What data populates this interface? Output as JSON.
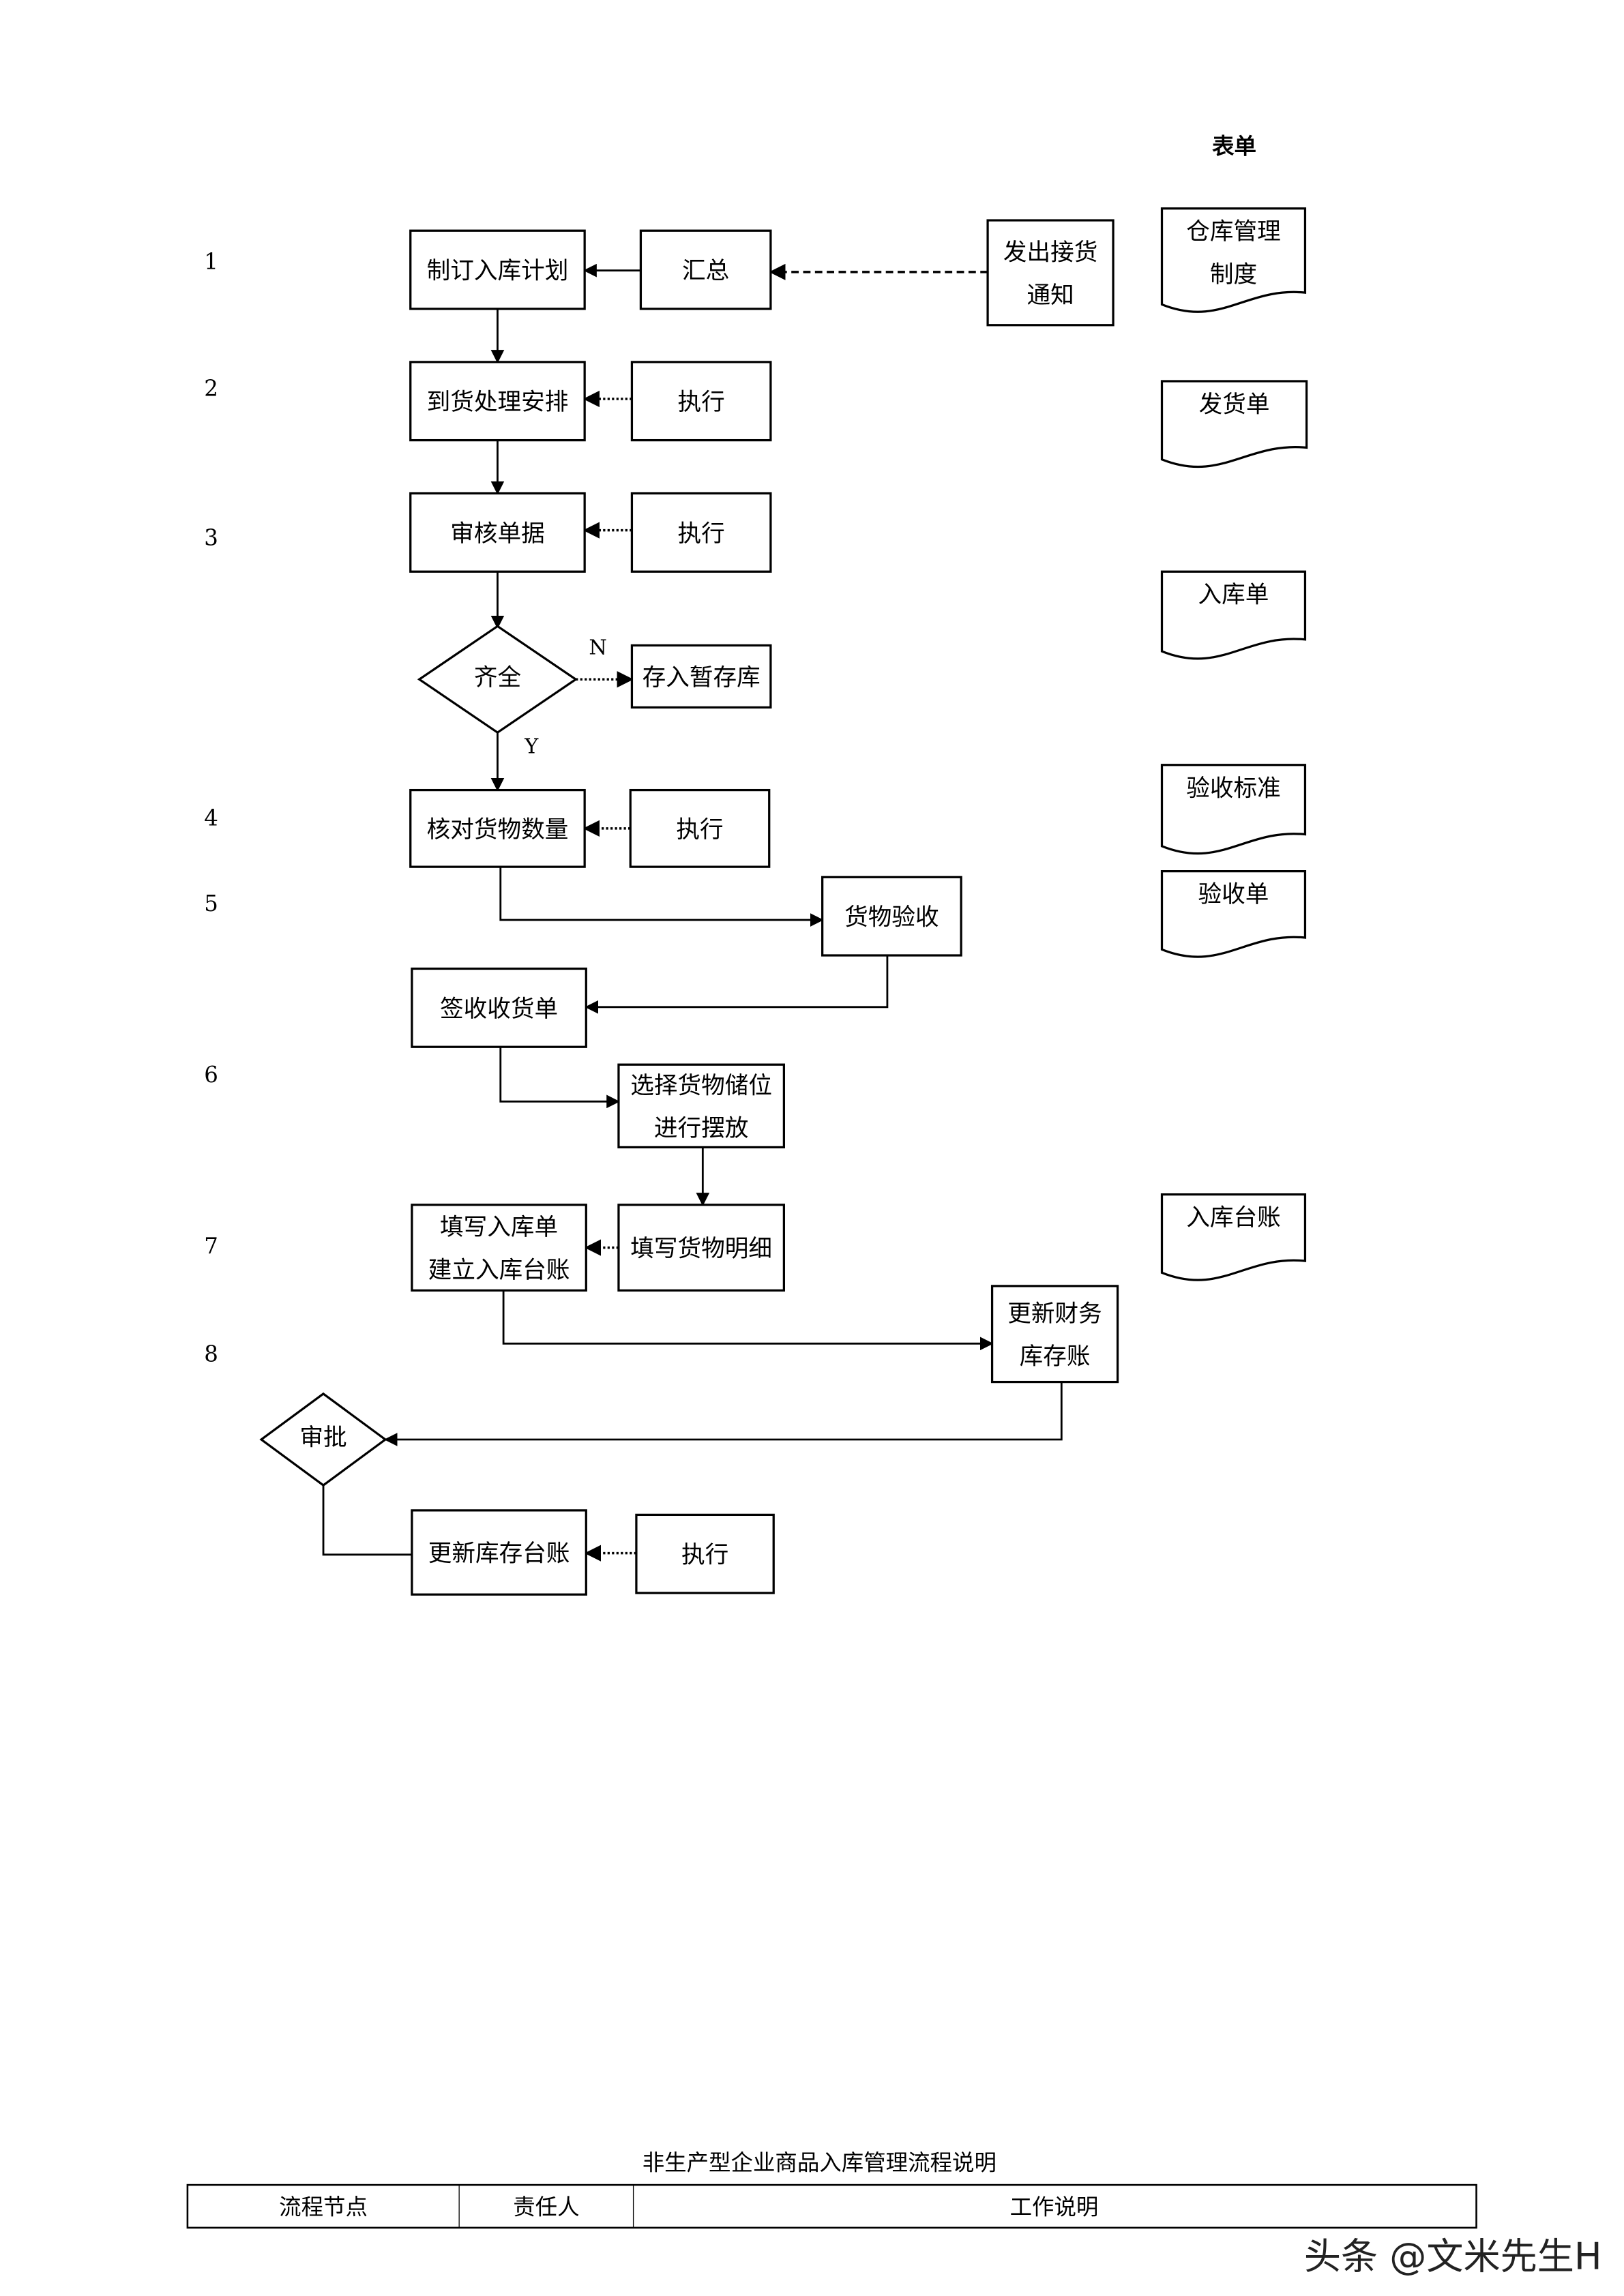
{
  "header": {
    "forms_title": "表单"
  },
  "step_numbers": [
    "1",
    "2",
    "3",
    "4",
    "5",
    "6",
    "7",
    "8"
  ],
  "nodes": {
    "plan": [
      "制订入库计划"
    ],
    "summary": [
      "汇总"
    ],
    "notice": [
      "发出接货",
      "通知"
    ],
    "arrange": [
      "到货处理安排"
    ],
    "exec1": [
      "执行"
    ],
    "audit": [
      "审核单据"
    ],
    "exec2": [
      "执行"
    ],
    "complete": [
      "齐全"
    ],
    "tempstore": [
      "存入暂存库"
    ],
    "count": [
      "核对货物数量"
    ],
    "exec3": [
      "执行"
    ],
    "inspect": [
      "货物验收"
    ],
    "sign": [
      "签收收货单"
    ],
    "location": [
      "选择货物储位",
      "进行摆放"
    ],
    "fillform": [
      "填写入库单",
      "建立入库台账"
    ],
    "detail": [
      "填写货物明细"
    ],
    "finance": [
      "更新财务",
      "库存账"
    ],
    "approve": [
      "审批"
    ],
    "ledger": [
      "更新库存台账"
    ],
    "exec4": [
      "执行"
    ]
  },
  "forms": {
    "doc_rules": [
      "仓库管理",
      "制度"
    ],
    "doc_delivery": [
      "发货单"
    ],
    "doc_inbound": [
      "入库单"
    ],
    "doc_standard": [
      "验收标准"
    ],
    "doc_acceptance": [
      "验收单"
    ],
    "doc_ledger": [
      "入库台账"
    ]
  },
  "branch_labels": {
    "no": "N",
    "yes": "Y"
  },
  "explanation": {
    "title": "非生产型企业商品入库管理流程说明",
    "columns": [
      "流程节点",
      "责任人",
      "工作说明"
    ]
  },
  "watermark": "头条 @文米先生H"
}
